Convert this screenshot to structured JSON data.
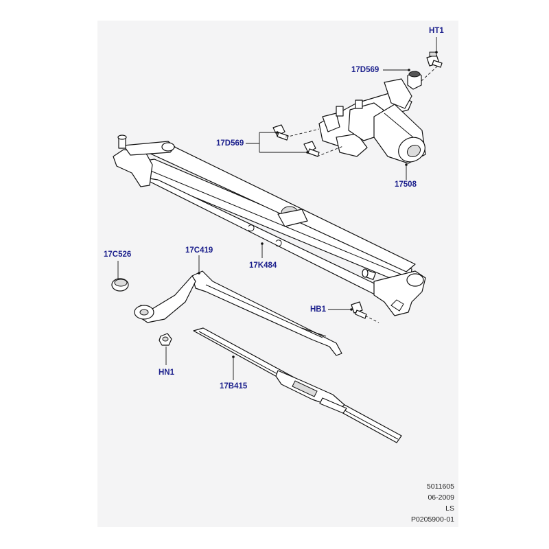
{
  "callouts": {
    "ht1": "HT1",
    "bolt_top": "17D569",
    "bolt_left": "17D569",
    "motor": "17508",
    "linkage": "17K484",
    "cap": "17C526",
    "arm": "17C419",
    "bolt_hb1": "HB1",
    "nut": "HN1",
    "blade": "17B415"
  },
  "meta": {
    "line1": "5011605",
    "line2": "06-2009",
    "line3": "LS",
    "line4": "P0205900-01"
  },
  "colors": {
    "panel": "#f4f4f5",
    "label": "#1b1f8c",
    "line": "#111111"
  }
}
